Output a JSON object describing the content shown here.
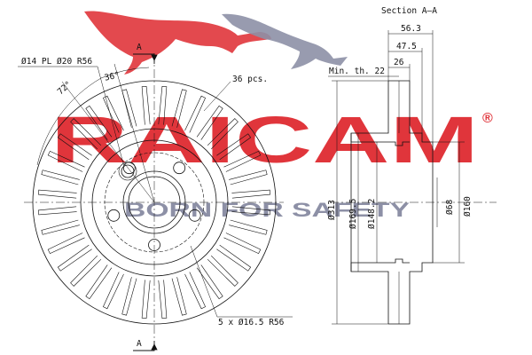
{
  "watermark": {
    "brand": "RAICAM",
    "registered": "®",
    "slogan": "BORN FOR SAFETY",
    "brand_color": "#e0353b",
    "slogan_color": "#8d90a6",
    "logo_primary_color": "#e0353b",
    "logo_secondary_color": "#8d90a6"
  },
  "front_view": {
    "section_marker_top": "A",
    "section_marker_bottom": "A",
    "label_pcd": "Ø14 PL Ø20 R56",
    "label_angle_72": "72°",
    "label_angle_36": "36°",
    "label_vents": "36 pcs.",
    "label_bolt_holes": "5 x Ø16.5    R56"
  },
  "section_view": {
    "title": "Section A–A",
    "min_thickness": "Min. th. 22",
    "dim_56_3": "56.3",
    "dim_47_5": "47.5",
    "dim_26": "26",
    "dim_313": "Ø313",
    "dim_169_5": "Ø169.5",
    "dim_148_2": "Ø148.2",
    "dim_68": "Ø68",
    "dim_160": "Ø160"
  }
}
